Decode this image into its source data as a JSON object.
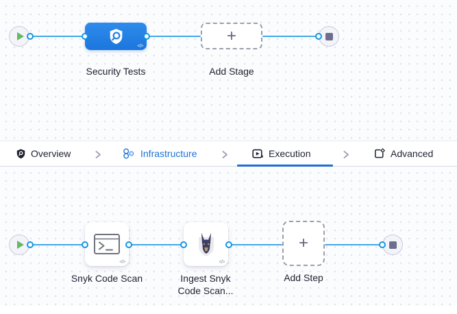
{
  "stage_pipeline": {
    "stage_label": "Security Tests",
    "add_stage_label": "Add Stage"
  },
  "tab_bar": {
    "tabs": [
      {
        "label": "Overview"
      },
      {
        "label": "Infrastructure"
      },
      {
        "label": "Execution"
      },
      {
        "label": "Advanced"
      }
    ],
    "active_tab": "Execution"
  },
  "execution_pipeline": {
    "steps": [
      {
        "label": "Snyk Code Scan"
      },
      {
        "label": "Ingest Snyk Code Scan..."
      }
    ],
    "add_step_label": "Add Step"
  },
  "icons": {
    "plus_glyph": "+",
    "code_glyph": "</>"
  },
  "colors": {
    "canvas_background": "#fbfcfe",
    "edge_blue": "#42a7e8",
    "connector_ring_blue": "#1095e2",
    "stage_node_blue": "#2383e4",
    "active_tab_underline": "#1b6ed3",
    "infrastructure_text_blue": "#1a72d4",
    "play_green": "#63ba5f",
    "stop_square_gray": "#6e6d8e"
  }
}
